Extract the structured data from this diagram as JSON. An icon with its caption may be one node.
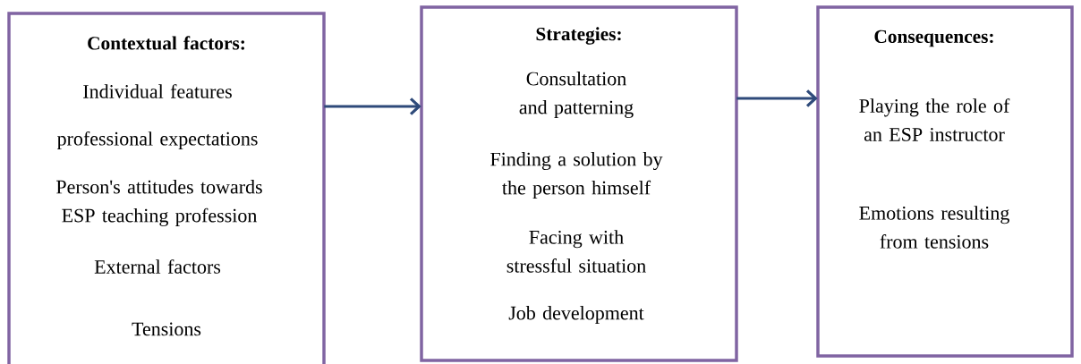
{
  "diagram": {
    "nodes": [
      {
        "text": [
          "Contextual factors:",
          "Individual features",
          "professional expectations",
          "Person's attitudes towards ESP teaching profession",
          "External factors",
          "Tensions"
        ]
      },
      {
        "text": [
          "Strategies:",
          "Consultation and patterning",
          "Finding a solution by the person himself",
          "Facing with stressful situation",
          "Job development"
        ]
      },
      {
        "text": [
          "Consequences:",
          "Playing the role of an ESP instructor",
          "Emotions resulting from tensions"
        ]
      }
    ],
    "edges": [
      {
        "from": 0,
        "to": 1,
        "arrow": "to"
      },
      {
        "from": 1,
        "to": 2,
        "arrow": "to"
      }
    ]
  }
}
